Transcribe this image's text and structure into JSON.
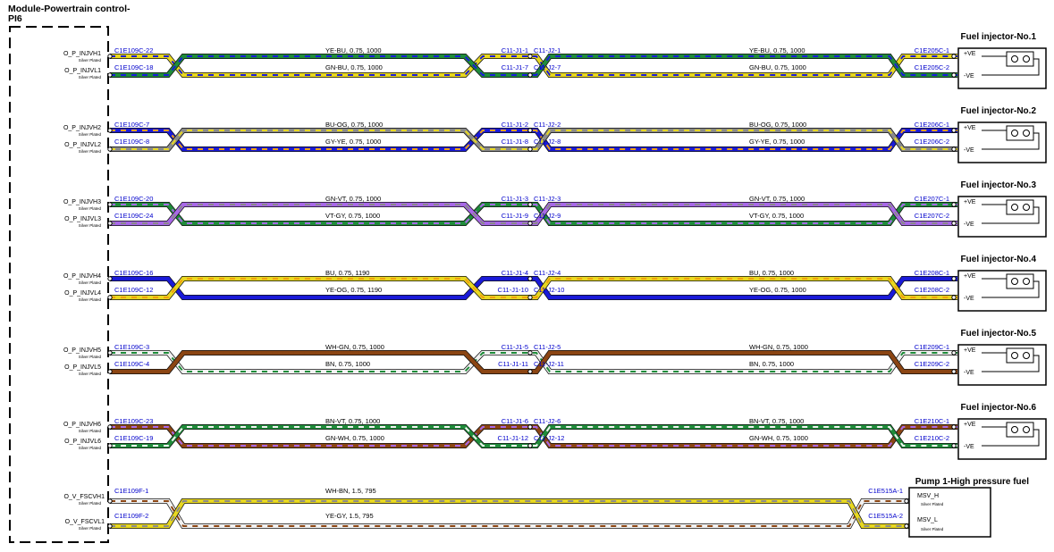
{
  "module": {
    "title_line1": "Module-Powertrain control-",
    "title_line2": "PI6"
  },
  "colors": {
    "YE": "#e8d820",
    "BU": "#1a1ad8",
    "GN": "#1f8c3a",
    "OG": "#f0a010",
    "GY": "#8a8a8a",
    "VT": "#a868e8",
    "WH": "#f2f2f2",
    "BN": "#8b4513",
    "link": "#0000cc",
    "frame": "#000000"
  },
  "circuits": [
    {
      "pins": [
        "O_P_INJVH1",
        "O_P_INJVL1"
      ],
      "plating": "Silver Plated",
      "wires": [
        {
          "left": "C1E109C-22",
          "label": "YE-BU, 0.75, 1000",
          "mid_left": "C11-J1-1",
          "mid_right": "C11-J2-1",
          "label2": "YE-BU, 0.75, 1000",
          "right": "C1E205C-1",
          "c1": "YE",
          "c2": "BU"
        },
        {
          "left": "C1E109C-18",
          "label": "GN-BU, 0.75, 1000",
          "mid_left": "C11-J1-7",
          "mid_right": "C11-J2-7",
          "label2": "GN-BU, 0.75, 1000",
          "right": "C1E205C-2",
          "c1": "GN",
          "c2": "BU"
        }
      ],
      "device": {
        "title": "Fuel injector-No.1",
        "pin1": "+VE",
        "pin2": "-VE"
      }
    },
    {
      "pins": [
        "O_P_INJVH2",
        "O_P_INJVL2"
      ],
      "plating": "Silver Plated",
      "wires": [
        {
          "left": "C1E109C-7",
          "label": "BU-OG, 0.75, 1000",
          "mid_left": "C11-J1-2",
          "mid_right": "C11-J2-2",
          "label2": "BU-OG, 0.75, 1000",
          "right": "C1E206C-1",
          "c1": "BU",
          "c2": "OG"
        },
        {
          "left": "C1E109C-8",
          "label": "GY-YE, 0.75, 1000",
          "mid_left": "C11-J1-8",
          "mid_right": "C11-J2-8",
          "label2": "GY-YE, 0.75, 1000",
          "right": "C1E206C-2",
          "c1": "GY",
          "c2": "YE"
        }
      ],
      "device": {
        "title": "Fuel injector-No.2",
        "pin1": "+VE",
        "pin2": "-VE"
      }
    },
    {
      "pins": [
        "O_P_INJVH3",
        "O_P_INJVL3"
      ],
      "plating": "Silver Plated",
      "wires": [
        {
          "left": "C1E109C-20",
          "label": "GN-VT, 0.75, 1000",
          "mid_left": "C11-J1-3",
          "mid_right": "C11-J2-3",
          "label2": "GN-VT, 0.75, 1000",
          "right": "C1E207C-1",
          "c1": "GN",
          "c2": "VT"
        },
        {
          "left": "C1E109C-24",
          "label": "VT-GY, 0.75, 1000",
          "mid_left": "C11-J1-9",
          "mid_right": "C11-J2-9",
          "label2": "VT-GY, 0.75, 1000",
          "right": "C1E207C-2",
          "c1": "VT",
          "c2": "GY"
        }
      ],
      "device": {
        "title": "Fuel injector-No.3",
        "pin1": "+VE",
        "pin2": "-VE"
      }
    },
    {
      "pins": [
        "O_P_INJVH4",
        "O_P_INJVL4"
      ],
      "plating": "Silver Plated",
      "wires": [
        {
          "left": "C1E109C-16",
          "label": "BU, 0.75, 1190",
          "mid_left": "C11-J1-4",
          "mid_right": "C11-J2-4",
          "label2": "BU, 0.75, 1000",
          "right": "C1E208C-1",
          "c1": "BU",
          "c2": "BU"
        },
        {
          "left": "C1E109C-12",
          "label": "YE-OG, 0.75, 1190",
          "mid_left": "C11-J1-10",
          "mid_right": "C11-J2-10",
          "label2": "YE-OG, 0.75, 1000",
          "right": "C1E208C-2",
          "c1": "YE",
          "c2": "OG"
        }
      ],
      "device": {
        "title": "Fuel injector-No.4",
        "pin1": "+VE",
        "pin2": "-VE"
      }
    },
    {
      "pins": [
        "O_P_INJVH5",
        "O_P_INJVL5"
      ],
      "plating": "Silver Plated",
      "wires": [
        {
          "left": "C1E109C-3",
          "label": "WH-GN, 0.75, 1000",
          "mid_left": "C11-J1-5",
          "mid_right": "C11-J2-5",
          "label2": "WH-GN, 0.75, 1000",
          "right": "C1E209C-1",
          "c1": "WH",
          "c2": "GN"
        },
        {
          "left": "C1E109C-4",
          "label": "BN, 0.75, 1000",
          "mid_left": "C11-J1-11",
          "mid_right": "C11-J2-11",
          "label2": "BN, 0.75, 1000",
          "right": "C1E209C-2",
          "c1": "BN",
          "c2": "BN"
        }
      ],
      "device": {
        "title": "Fuel injector-No.5",
        "pin1": "+VE",
        "pin2": "-VE"
      }
    },
    {
      "pins": [
        "O_P_INJVH6",
        "O_P_INJVL6"
      ],
      "plating": "Silver Plated",
      "wires": [
        {
          "left": "C1E109C-23",
          "label": "BN-VT, 0.75, 1000",
          "mid_left": "C11-J1-6",
          "mid_right": "C11-J2-6",
          "label2": "BN-VT, 0.75, 1000",
          "right": "C1E210C-1",
          "c1": "BN",
          "c2": "VT"
        },
        {
          "left": "C1E109C-19",
          "label": "GN-WH, 0.75, 1000",
          "mid_left": "C11-J1-12",
          "mid_right": "C11-J2-12",
          "label2": "GN-WH, 0.75, 1000",
          "right": "C1E210C-2",
          "c1": "GN",
          "c2": "WH"
        }
      ],
      "device": {
        "title": "Fuel injector-No.6",
        "pin1": "+VE",
        "pin2": "-VE"
      }
    }
  ],
  "pump": {
    "pins": [
      "O_V_FSCVH1",
      "O_V_FSCVL1"
    ],
    "plating": "Silver Plated",
    "wires": [
      {
        "left": "C1E109F-1",
        "label": "WH-BN, 1.5, 795",
        "right": "C1E515A-1",
        "c1": "WH",
        "c2": "BN"
      },
      {
        "left": "C1E109F-2",
        "label": "YE-GY, 1.5, 795",
        "right": "C1E515A-2",
        "c1": "YE",
        "c2": "GY"
      }
    ],
    "device": {
      "title": "Pump 1-High pressure fuel",
      "pin1": "MSV_H",
      "pin2": "MSV_L",
      "plating": "Silver Plated"
    }
  }
}
